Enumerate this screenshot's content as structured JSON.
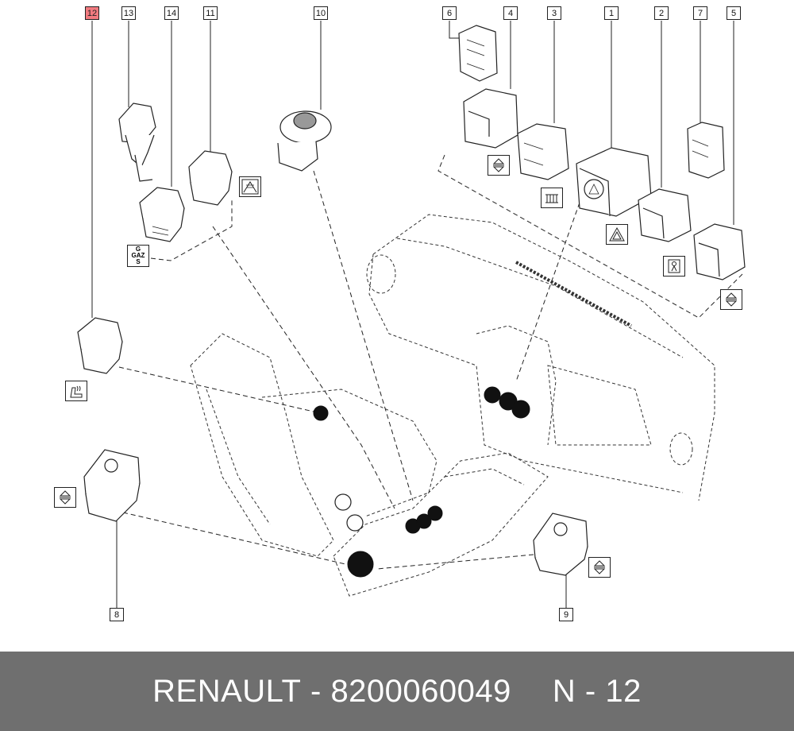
{
  "callouts": {
    "c1": "1",
    "c2": "2",
    "c3": "3",
    "c4": "4",
    "c5": "5",
    "c6": "6",
    "c7": "7",
    "c8": "8",
    "c9": "9",
    "c10": "10",
    "c11": "11",
    "c12": "12",
    "c13": "13",
    "c14": "14"
  },
  "gaz_symbol": {
    "l1": "G",
    "l2": "GAZ",
    "l3": "S"
  },
  "footer": {
    "brand": "RENAULT",
    "sep": " - ",
    "part_number": "8200060049",
    "ref": "N - 12"
  },
  "colors": {
    "highlight": "#f27b80",
    "footer_bg": "#6f6f6f",
    "knob_fill": "#111111"
  },
  "icons": [
    "up-down-arrows-icon",
    "rear-defrost-icon",
    "hazard-triangle-icon",
    "child-lock-icon",
    "mirror-defrost-icon",
    "heated-seat-icon"
  ]
}
